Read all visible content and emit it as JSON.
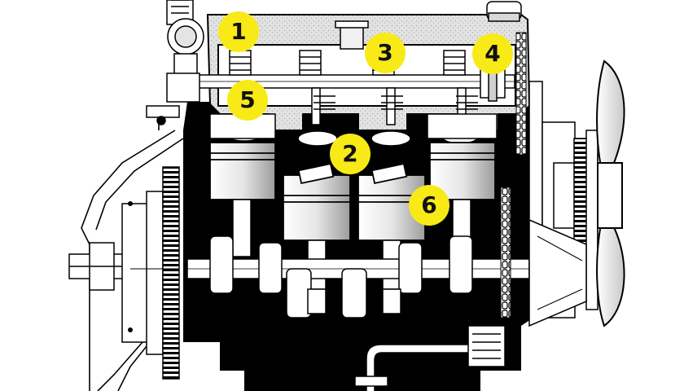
{
  "diagram": {
    "colors": {
      "callout_fill": "#f8ea16",
      "callout_text": "#111111",
      "ink": "#000000",
      "paper": "#ffffff",
      "grey": "#d3d3d3",
      "mid_grey": "#b0b0b0"
    },
    "callouts": [
      {
        "id": "1",
        "label": "1"
      },
      {
        "id": "2",
        "label": "2"
      },
      {
        "id": "3",
        "label": "3"
      },
      {
        "id": "4",
        "label": "4"
      },
      {
        "id": "5",
        "label": "5"
      },
      {
        "id": "6",
        "label": "6"
      }
    ]
  }
}
